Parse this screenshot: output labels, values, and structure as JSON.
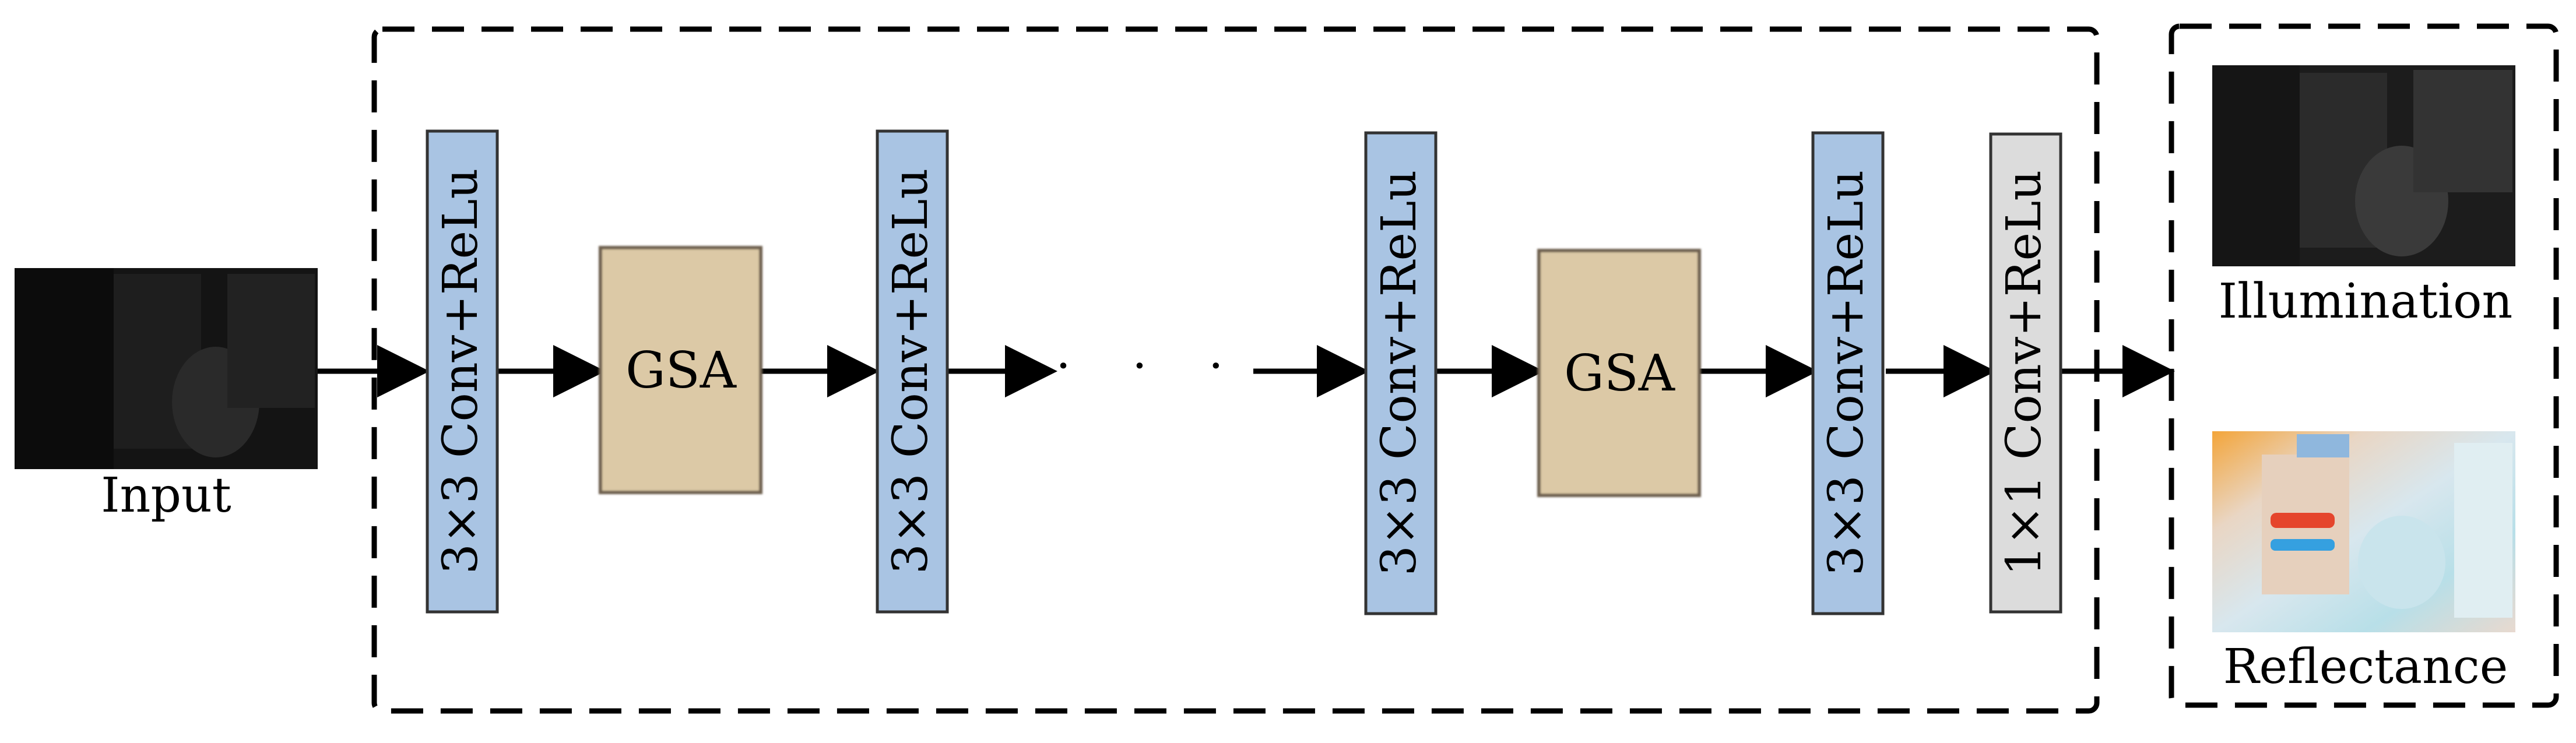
{
  "input": {
    "label": "Input"
  },
  "blocks": {
    "conv1": "3×3 Conv+ReLu",
    "gsa1": "GSA",
    "conv2": "3×3 Conv+ReLu",
    "ellipsis": "· · ·",
    "conv3": "3×3 Conv+ReLu",
    "gsa2": "GSA",
    "conv4": "3×3 Conv+ReLu",
    "conv5": "1×1 Conv+ReLu"
  },
  "outputs": {
    "illumination": "Illumination",
    "reflectance": "Reflectance"
  },
  "colors": {
    "conv_fill": "#a9c4e3",
    "conv_1x1_fill": "#dcdcdc",
    "gsa_fill": "#dcc9a6",
    "stroke": "#333333",
    "arrow": "#000000"
  }
}
